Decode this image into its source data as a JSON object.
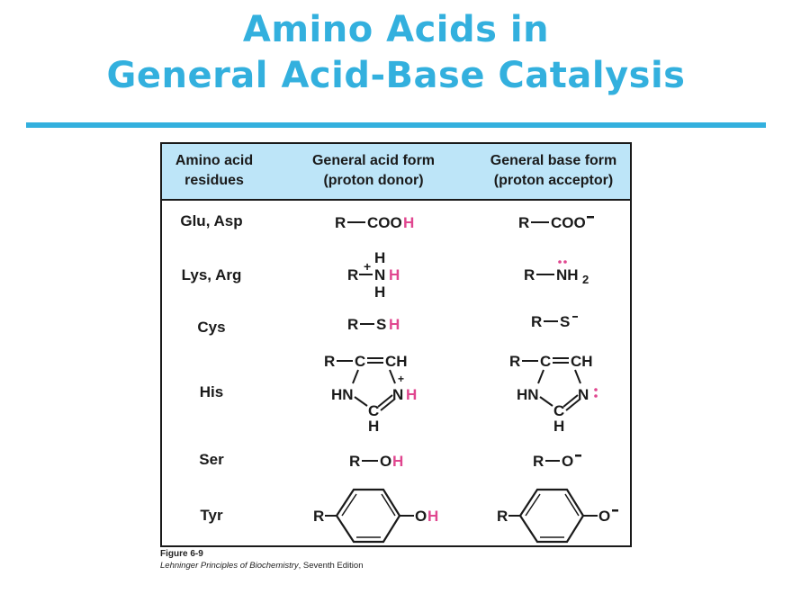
{
  "slide": {
    "title_line1": "Amino Acids in",
    "title_line2": "General Acid-Base Catalysis",
    "accent_color": "#33B0DE"
  },
  "table": {
    "header_bg": "#BDE5F8",
    "highlight_color": "#E0468F",
    "headers": [
      {
        "line1": "Amino acid",
        "line2": "residues"
      },
      {
        "line1": "General acid form",
        "line2": "(proton donor)"
      },
      {
        "line1": "General base form",
        "line2": "(proton acceptor)"
      }
    ],
    "rows": [
      {
        "residue": "Glu, Asp",
        "acid": "R—COOH",
        "base": "R—COO⁻"
      },
      {
        "residue": "Lys, Arg",
        "acid": "R—N⁺H₃ (H, NH, H)",
        "base": "R—N̈H₂"
      },
      {
        "residue": "Cys",
        "acid": "R—SH",
        "base": "R—S⁻"
      },
      {
        "residue": "His",
        "acid": "Imidazolium (R—C=CH, HN, N⁺H, C, H)",
        "base": "Imidazole (R—C=CH, HN, N:, C, H)"
      },
      {
        "residue": "Ser",
        "acid": "R—OH",
        "base": "R—O⁻"
      },
      {
        "residue": "Tyr",
        "acid": "R—C₆H₄—OH",
        "base": "R—C₆H₄—O⁻"
      }
    ],
    "glyphs": {
      "R": "R",
      "COO": "COO",
      "H": "H",
      "N": "N",
      "NH": "NH",
      "HN": "HN",
      "C": "C",
      "CH": "CH",
      "S": "S",
      "O": "O",
      "OH_O": "O",
      "plus": "+",
      "minus": "−",
      "sub2": "2",
      "colon": ":",
      "dots": "··"
    }
  },
  "caption": {
    "figure": "Figure 6-9",
    "book_title": "Lehninger Principles of Biochemistry",
    "edition": ", Seventh Edition"
  }
}
